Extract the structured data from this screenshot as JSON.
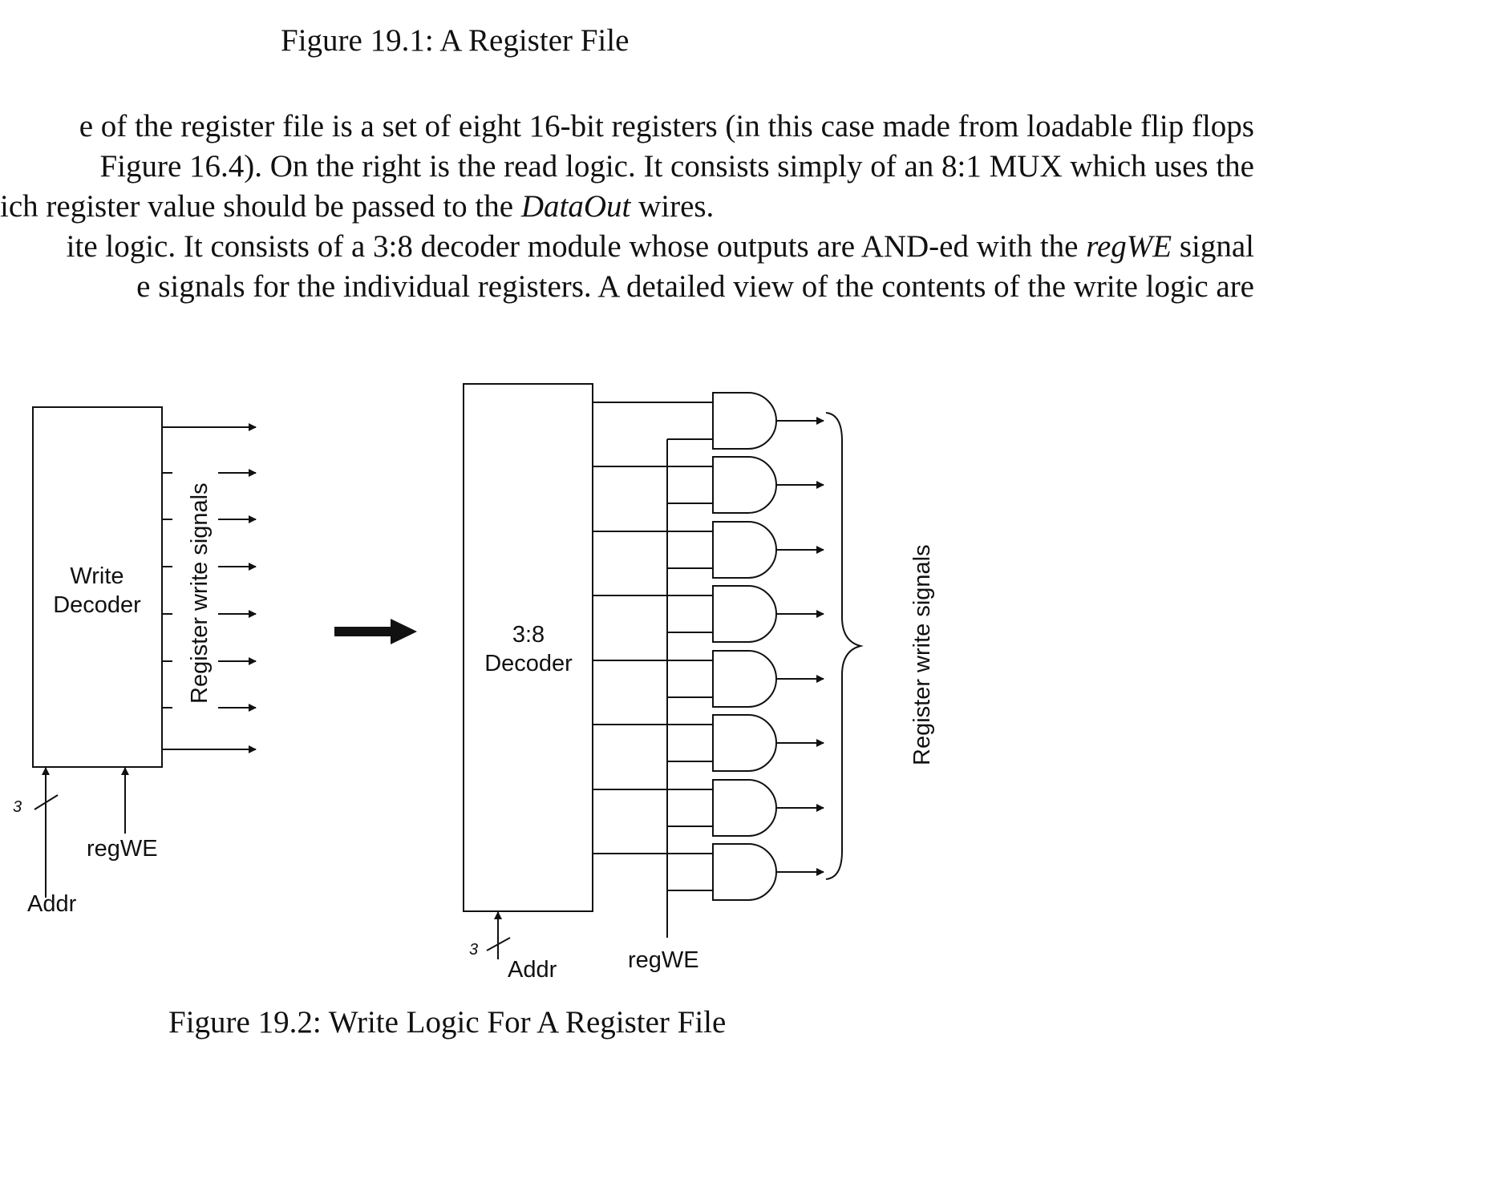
{
  "figure_19_1_caption": "Figure 19.1: A Register File",
  "paragraph": {
    "line1": "e of the register file is a set of eight 16-bit registers (in this case made from loadable flip flops",
    "line2": " Figure 16.4). On the right is the read logic. It consists simply of an 8:1 MUX which uses the",
    "line3_a": "ich register value should be passed to the ",
    "line3_em": "DataOut",
    "line3_b": " wires.",
    "line4_a": "ite logic. It consists of a 3:8 decoder module whose outputs are AND-ed with the ",
    "line4_em": "regWE",
    "line4_b": " signal",
    "line5": "e signals for the individual registers.  A detailed view of the contents of the write logic are"
  },
  "left_diagram": {
    "box_label_line1": "Write",
    "box_label_line2": "Decoder",
    "outputs_label": "Register write signals",
    "bus_width": "3",
    "addr_label": "Addr",
    "regwe_label": "regWE",
    "output_count": 8
  },
  "right_diagram": {
    "box_label_line1": "3:8",
    "box_label_line2": "Decoder",
    "outputs_label": "Register write signals",
    "bus_width": "3",
    "addr_label": "Addr",
    "regwe_label": "regWE",
    "and_gate_count": 8
  },
  "figure_19_2_caption": "Figure 19.2: Write Logic For A Register File"
}
